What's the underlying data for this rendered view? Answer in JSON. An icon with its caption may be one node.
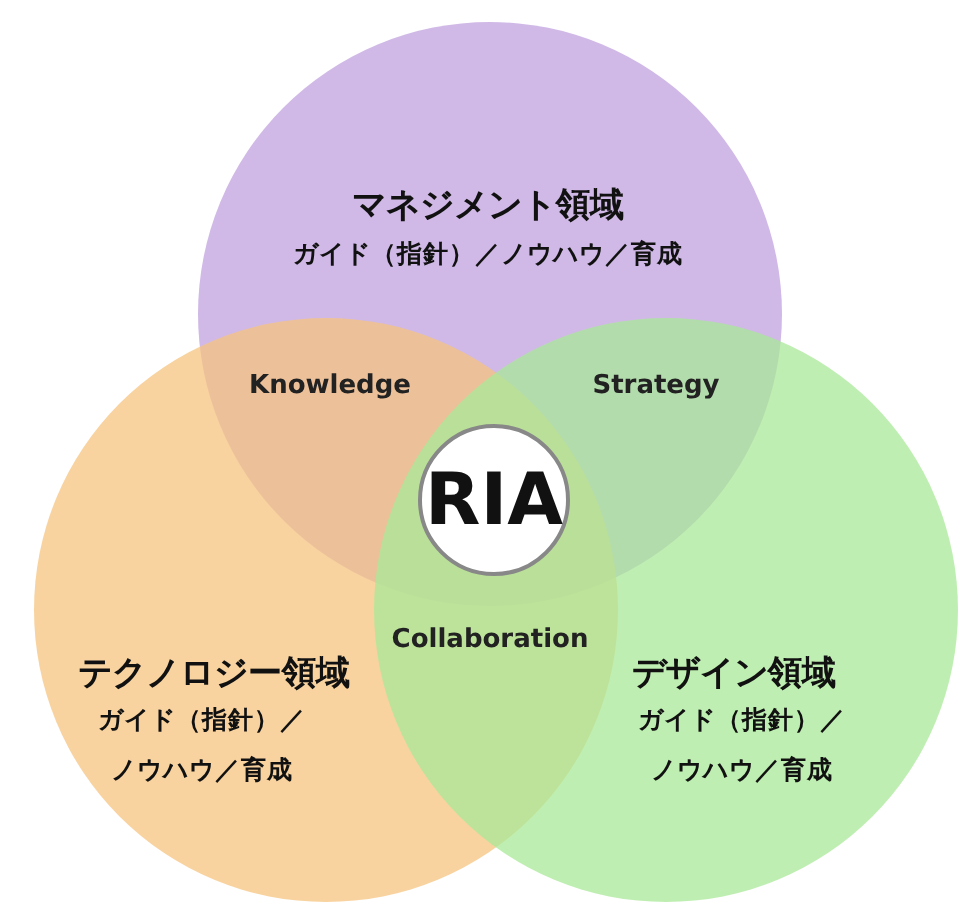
{
  "diagram": {
    "nodes": [
      {
        "text": [
          "マネジメント領域",
          "ガイド（指針）／ノウハウ／育成"
        ]
      },
      {
        "text": [
          "テクノロジー領域",
          "ガイド（指針）／ノウハウ／育成"
        ]
      },
      {
        "text": [
          "デザイン領域",
          "ガイド（指針）／ノウハウ／育成"
        ]
      },
      {
        "text": [
          "RIA"
        ]
      }
    ],
    "labels": [
      "Knowledge",
      "Strategy",
      "Collaboration"
    ]
  }
}
